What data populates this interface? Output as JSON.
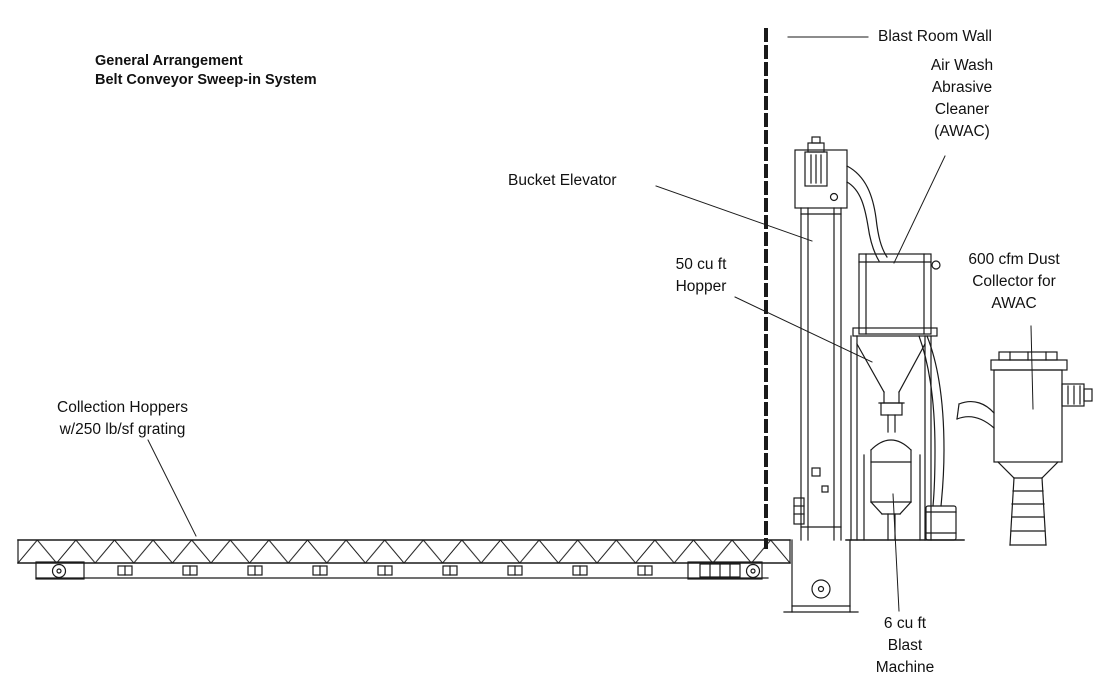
{
  "doc": {
    "title": "General Arrangement\nBelt Conveyor Sweep-in System"
  },
  "labels": {
    "blast_room_wall": "Blast Room Wall",
    "awac": "Air Wash\nAbrasive\nCleaner\n(AWAC)",
    "bucket_elevator": "Bucket Elevator",
    "hopper": "50 cu ft\nHopper",
    "dust_collector": "600 cfm Dust\nCollector for\nAWAC",
    "collection_hoppers": "Collection Hoppers\nw/250 lb/sf grating",
    "blast_machine": "6 cu ft\nBlast\nMachine"
  },
  "colors": {
    "line": "#1a1a1a",
    "background": "#ffffff"
  }
}
